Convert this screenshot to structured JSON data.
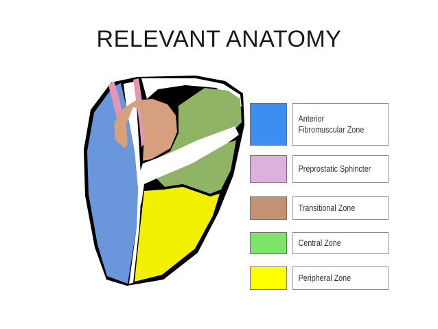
{
  "slide": {
    "title": "RELEVANT ANATOMY"
  },
  "legend": {
    "items": [
      {
        "lines": [
          "Anterior",
          "Fibromuscular Zone"
        ],
        "color": "#3c8ef0"
      },
      {
        "lines": [
          "Preprostatic Sphincter"
        ],
        "color": "#dcb2dc"
      },
      {
        "lines": [
          "Transitional Zone"
        ],
        "color": "#c49273"
      },
      {
        "lines": [
          "Central Zone"
        ],
        "color": "#7fe46a"
      },
      {
        "lines": [
          "Peripheral Zone"
        ],
        "color": "#ffff00"
      }
    ]
  },
  "diagram": {
    "colors": {
      "anterior_fibromuscular": "#6a96dc",
      "preprostatic_sphincter": "#e596b6",
      "transitional": "#d6a07e",
      "central": "#8fb466",
      "peripheral": "#f2f000",
      "outline": "#000000"
    }
  }
}
